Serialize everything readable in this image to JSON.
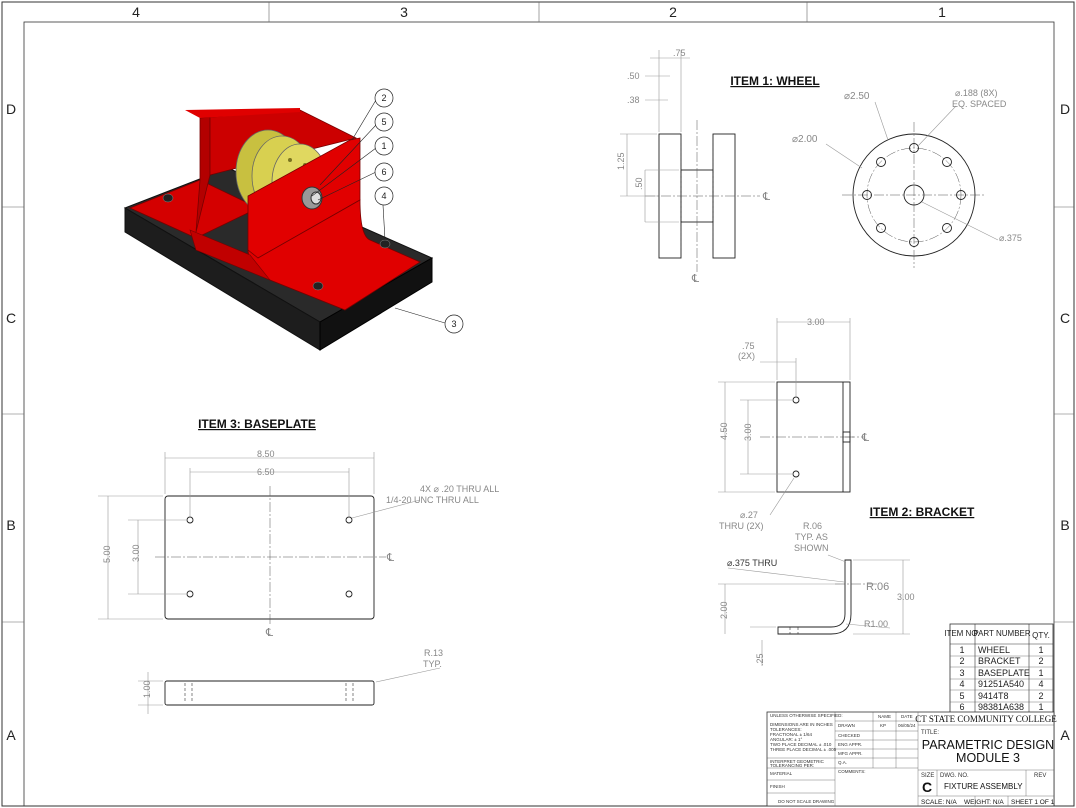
{
  "zones": {
    "columns": [
      "4",
      "3",
      "2",
      "1"
    ],
    "rows": [
      "D",
      "C",
      "B",
      "A"
    ]
  },
  "views": {
    "item1": {
      "title": "ITEM 1: WHEEL",
      "dims": {
        "d075": ".75",
        "d050": ".50",
        "d038": ".38",
        "d125": "1.25",
        "d050b": ".50",
        "dia250": "⌀2.50",
        "dia200": "⌀2.00",
        "dia188a": "⌀.188 (8X)",
        "dia188b": "EQ. SPACED",
        "dia375": "⌀.375"
      },
      "cl": "℄"
    },
    "item2": {
      "title": "ITEM 2: BRACKET",
      "dims": {
        "w300": "3.00",
        "d075a": ".75",
        "d075b": "(2X)",
        "h450": "4.50",
        "h300": "3.00",
        "hole1": "⌀.27",
        "hole2": "THRU (2X)",
        "r06a": "R.06",
        "r06b": "TYP. AS",
        "r06c": "SHOWN",
        "thru375": "⌀.375 THRU",
        "h200": "2.00",
        "h300b": "3.00",
        "r100": "R1.00",
        "t025": ".25"
      },
      "cl": "℄"
    },
    "item3": {
      "title": "ITEM 3: BASEPLATE",
      "dims": {
        "w850": "8.50",
        "w650": "6.50",
        "h500": "5.00",
        "h300": "3.00",
        "holeA": "4X ⌀ .20 THRU ALL",
        "holeB": "1/4-20 UNC THRU ALL",
        "r13a": "R.13",
        "r13b": "TYP.",
        "t100": "1.00"
      },
      "cl": "℄"
    },
    "iso": {
      "balloons": [
        "2",
        "5",
        "1",
        "6",
        "4",
        "3"
      ]
    }
  },
  "bom": {
    "headers": [
      "ITEM NO.",
      "PART NUMBER",
      "QTY."
    ],
    "rows": [
      [
        "1",
        "WHEEL",
        "1"
      ],
      [
        "2",
        "BRACKET",
        "2"
      ],
      [
        "3",
        "BASEPLATE",
        "1"
      ],
      [
        "4",
        "91251A540",
        "4"
      ],
      [
        "5",
        "9414T8",
        "2"
      ],
      [
        "6",
        "98381A638",
        "1"
      ]
    ]
  },
  "titleblock": {
    "unless": "UNLESS OTHERWISE SPECIFIED:",
    "dims_in": "DIMENSIONS ARE IN INCHES",
    "tol": "TOLERANCES:",
    "frac": "FRACTIONAL ± 1/64",
    "ang": "ANGULAR: ± 1°",
    "two": "TWO PLACE DECIMAL   ± .010",
    "three": "THREE PLACE DECIMAL  ± .005",
    "interp1": "INTERPRET GEOMETRIC",
    "interp2": "TOLERANCING PER:",
    "material": "MATERIAL",
    "finish": "FINISH",
    "noscale": "DO NOT SCALE DRAWING",
    "name_h": "NAME",
    "date_h": "DATE",
    "drawn": "DRAWN",
    "drawn_name": "KP",
    "drawn_date": "06/05/24",
    "checked": "CHECKED",
    "eng": "ENG APPR.",
    "mfg": "MFG APPR.",
    "qa": "Q.A.",
    "comments": "COMMENTS:",
    "company": "CT STATE COMMUNITY COLLEGE",
    "title_label": "TITLE:",
    "title1": "PARAMETRIC DESIGN",
    "title2": "MODULE 3",
    "size_label": "SIZE",
    "size": "C",
    "dwgno_label": "DWG. NO.",
    "dwgno": "FIXTURE ASSEMBLY",
    "rev_label": "REV",
    "scale": "SCALE: N/A",
    "weight": "WEIGHT: N/A",
    "sheet": "SHEET 1 OF 1"
  }
}
